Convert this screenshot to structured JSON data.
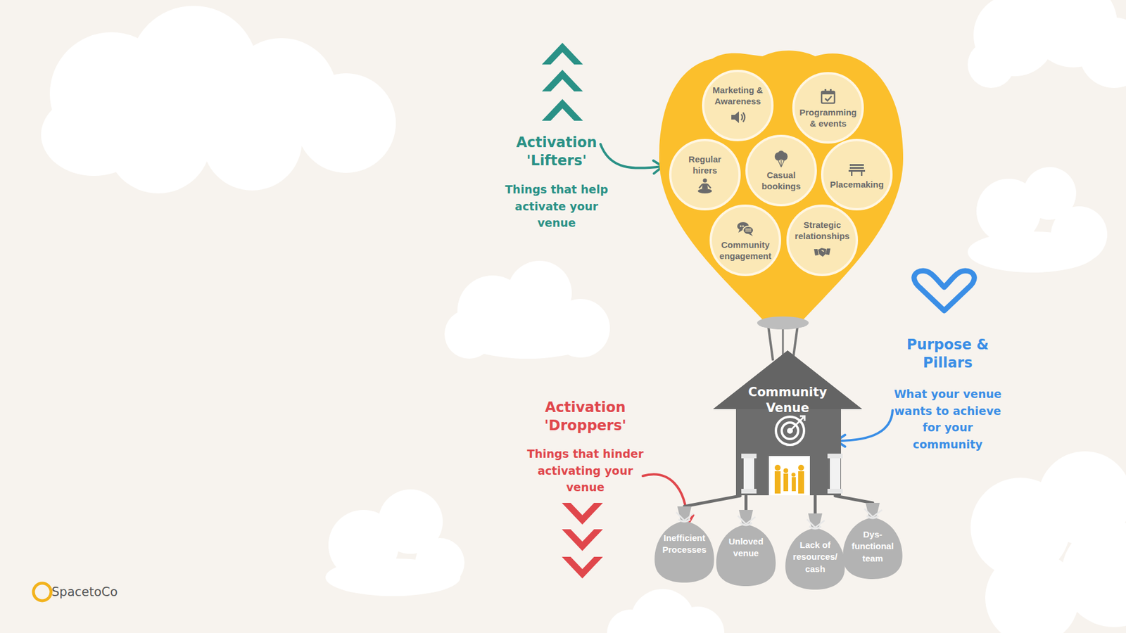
{
  "diagram": {
    "nodes": [
      {
        "text": [
          "Marketing & Awareness"
        ]
      },
      {
        "text": [
          "Programming & events"
        ]
      },
      {
        "text": [
          "Regular hirers"
        ]
      },
      {
        "text": [
          "Casual bookings"
        ]
      },
      {
        "text": [
          "Placemaking"
        ]
      },
      {
        "text": [
          "Community engagement"
        ]
      },
      {
        "text": [
          "Strategic relationships"
        ]
      },
      {
        "text": [
          "Community Venue"
        ]
      },
      {
        "text": [
          "Inefficient Processes"
        ]
      },
      {
        "text": [
          "Unloved venue"
        ]
      },
      {
        "text": [
          "Lack of resources/ cash"
        ]
      },
      {
        "text": [
          "Dys- functional team"
        ]
      }
    ],
    "edges": [
      {
        "from": 7,
        "to": 8,
        "arrow": "none"
      },
      {
        "from": 7,
        "to": 9,
        "arrow": "none"
      },
      {
        "from": 7,
        "to": 10,
        "arrow": "none"
      },
      {
        "from": 7,
        "to": 11,
        "arrow": "none"
      }
    ],
    "labels": [
      "Activation 'Lifters'",
      "Things that help activate your venue",
      "Activation 'Droppers'",
      "Things that hinder activating your venue",
      "Purpose & Pillars",
      "What your venue wants to achieve for your community",
      "SpacetoCo"
    ]
  }
}
